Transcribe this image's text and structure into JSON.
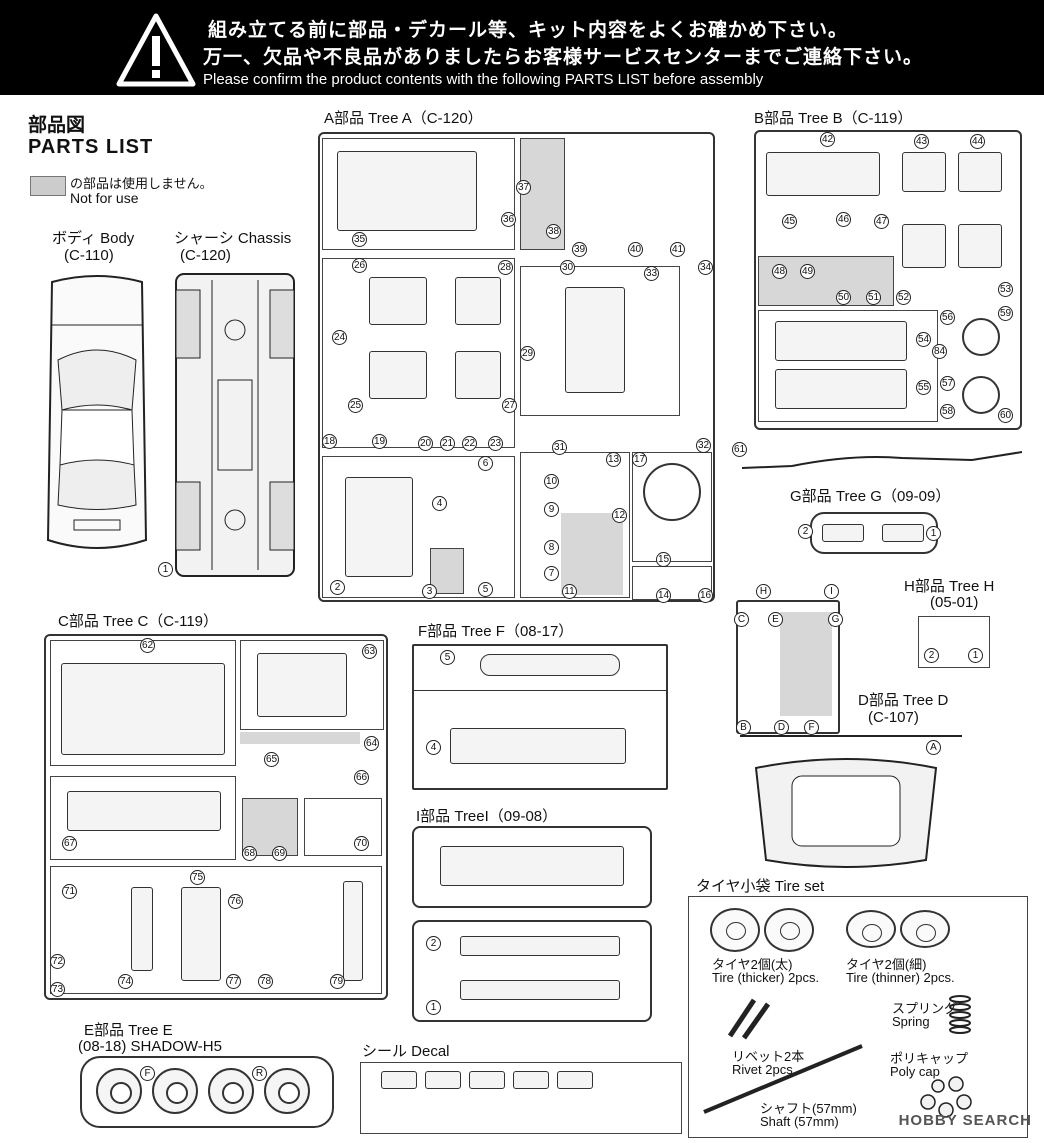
{
  "header": {
    "line1": "組み立てる前に部品・デカール等、キット内容をよくお確かめ下さい。",
    "line2": "万一、欠品や不良品がありましたらお客様サービスセンターまでご連絡下さい。",
    "line3": "Please confirm the product contents with the following PARTS LIST before assembly"
  },
  "title": {
    "jp": "部品図",
    "en": "PARTS LIST"
  },
  "legend": {
    "jp": "の部品は使用しません。",
    "en": "Not for use"
  },
  "body": {
    "name": "ボディ Body",
    "code": "(C-110)"
  },
  "chassis": {
    "name": "シャーシ Chassis",
    "code": "(C-120)"
  },
  "tree_a": {
    "label": "A部品 Tree A（C-120）"
  },
  "tree_b": {
    "label": "B部品 Tree B（C-119）"
  },
  "tree_c": {
    "label": "C部品 Tree C（C-119）"
  },
  "tree_d": {
    "label": "D部品 Tree D",
    "code": "(C-107)"
  },
  "tree_e": {
    "label": "E部品 Tree E",
    "code": "(08-18) SHADOW-H5"
  },
  "tree_f": {
    "label": "F部品 Tree F（08-17）"
  },
  "tree_g": {
    "label": "G部品 Tree G（09-09）"
  },
  "tree_h": {
    "label": "H部品 Tree H",
    "code": "(05-01)"
  },
  "tree_i": {
    "label": "I部品 TreeI（09-08）"
  },
  "decal": {
    "label": "シール Decal"
  },
  "tire_set": {
    "label": "タイヤ小袋 Tire set",
    "thick_jp": "タイヤ2個(太)",
    "thick_en": "Tire (thicker) 2pcs.",
    "thin_jp": "タイヤ2個(細)",
    "thin_en": "Tire (thinner) 2pcs.",
    "rivet_jp": "リベット2本",
    "rivet_en": "Rivet 2pcs.",
    "spring_jp": "スプリング",
    "spring_en": "Spring",
    "polycap_jp": "ポリキャップ",
    "polycap_en": "Poly cap",
    "shaft_jp": "シャフト(57mm)",
    "shaft_en": "Shaft (57mm)"
  },
  "numbers": {
    "n1": "1",
    "n2": "2",
    "n3": "3",
    "n4": "4",
    "n5": "5",
    "n6": "6",
    "n7": "7",
    "n8": "8",
    "n9": "9",
    "n10": "10",
    "n11": "11",
    "n12": "12",
    "n13": "13",
    "n14": "14",
    "n15": "15",
    "n16": "16",
    "n17": "17",
    "n18": "18",
    "n19": "19",
    "n20": "20",
    "n21": "21",
    "n22": "22",
    "n23": "23",
    "n24": "24",
    "n25": "25",
    "n26": "26",
    "n27": "27",
    "n28": "28",
    "n29": "29",
    "n30": "30",
    "n31": "31",
    "n32": "32",
    "n33": "33",
    "n34": "34",
    "n35": "35",
    "n36": "36",
    "n37": "37",
    "n38": "38",
    "n39": "39",
    "n40": "40",
    "n41": "41",
    "n42": "42",
    "n43": "43",
    "n44": "44",
    "n45": "45",
    "n46": "46",
    "n47": "47",
    "n48": "48",
    "n49": "49",
    "n50": "50",
    "n51": "51",
    "n52": "52",
    "n53": "53",
    "n54": "54",
    "n55": "55",
    "n56": "56",
    "n57": "57",
    "n58": "58",
    "n59": "59",
    "n60": "60",
    "n61": "61",
    "n62": "62",
    "n63": "63",
    "n64": "64",
    "n65": "65",
    "n66": "66",
    "n67": "67",
    "n68": "68",
    "n69": "69",
    "n70": "70",
    "n71": "71",
    "n72": "72",
    "n73": "73",
    "n74": "74",
    "n75": "75",
    "n76": "76",
    "n77": "77",
    "n78": "78",
    "n79": "79",
    "n84": "84",
    "la": "A",
    "lb": "B",
    "lc": "C",
    "ld": "D",
    "le": "E",
    "lf": "F",
    "lg": "G",
    "lh": "H",
    "li": "I",
    "lr": "R"
  },
  "watermark": "HOBBY SEARCH",
  "colors": {
    "unused_gray": "#d7d7d7",
    "header_bg": "#000000"
  }
}
